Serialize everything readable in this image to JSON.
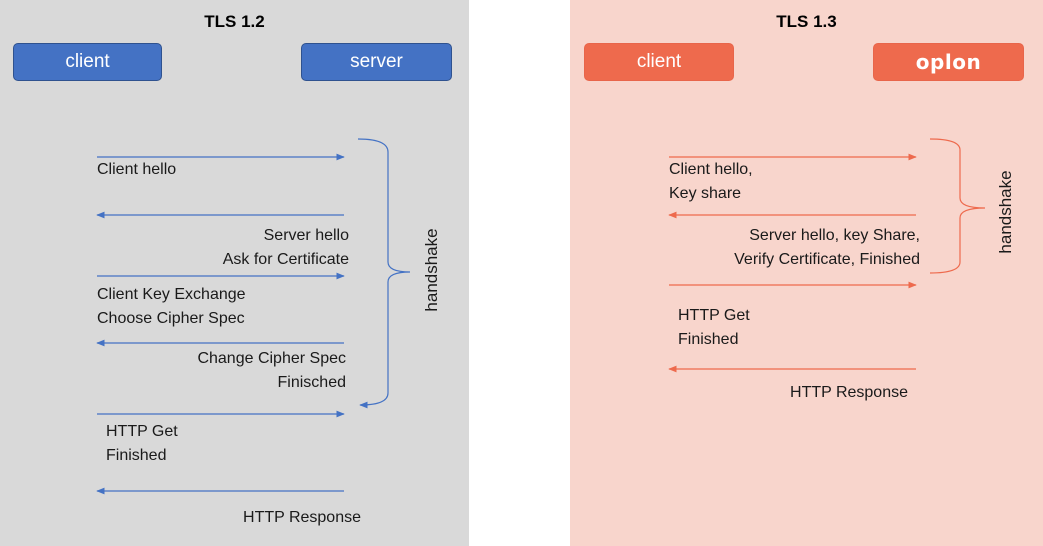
{
  "tls12": {
    "title": "TLS 1.2",
    "client_label": "client",
    "server_label": "server",
    "handshake_label": "handshake",
    "messages": {
      "client_hello": [
        "Client hello"
      ],
      "server_hello": [
        "Server hello",
        "Ask for Certificate"
      ],
      "client_key_exchange": [
        "Client Key Exchange",
        "Choose Cipher Spec"
      ],
      "change_cipher_spec": [
        "Change Cipher Spec",
        "Finisched"
      ],
      "http_get": [
        "HTTP Get",
        "Finished"
      ],
      "http_response": [
        "HTTP Response"
      ]
    }
  },
  "tls13": {
    "title": "TLS 1.3",
    "client_label": "client",
    "server_label": "oplon",
    "handshake_label": "handshake",
    "messages": {
      "client_hello": [
        "Client hello,",
        "Key share"
      ],
      "server_hello": [
        "Server hello, key Share,",
        "Verify Certificate, Finished"
      ],
      "http_get": [
        "HTTP Get",
        "Finished"
      ],
      "http_response": [
        "HTTP Response"
      ]
    }
  },
  "colors": {
    "left_panel_bg": "#d9d9d9",
    "right_panel_bg": "#f8d5cc",
    "blue_accent": "#4472c4",
    "orange_accent": "#ee6a4d"
  }
}
